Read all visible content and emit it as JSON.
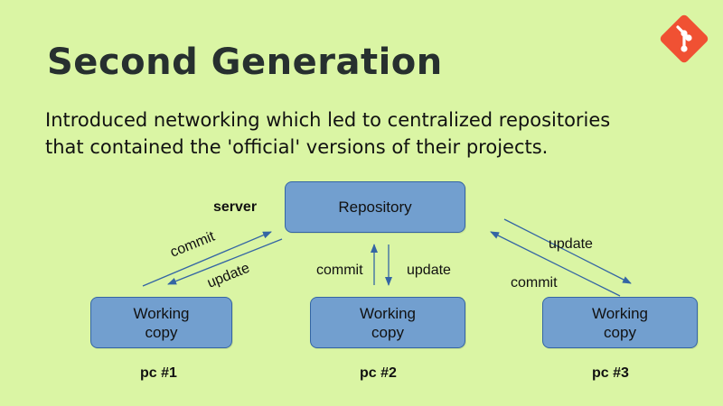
{
  "slide": {
    "title": "Second Generation",
    "subtitle_line1": "Introduced networking which led to centralized repositories",
    "subtitle_line2": "that contained the 'official' versions of their projects."
  },
  "logo": {
    "icon": "git-logo-icon",
    "color": "#f05133"
  },
  "diagram": {
    "server_label": "server",
    "repository": "Repository",
    "working_copy_line1": "Working",
    "working_copy_line2": "copy",
    "pcs": [
      "pc #1",
      "pc #2",
      "pc #3"
    ],
    "edges": {
      "pc1_commit": "commit",
      "pc1_update": "update",
      "pc2_commit": "commit",
      "pc2_update": "update",
      "pc3_update": "update",
      "pc3_commit": "commit"
    },
    "colors": {
      "node_fill": "#729fcf",
      "node_border": "#3465a4",
      "arrow": "#3465a4",
      "background": "#daf5a4"
    }
  }
}
